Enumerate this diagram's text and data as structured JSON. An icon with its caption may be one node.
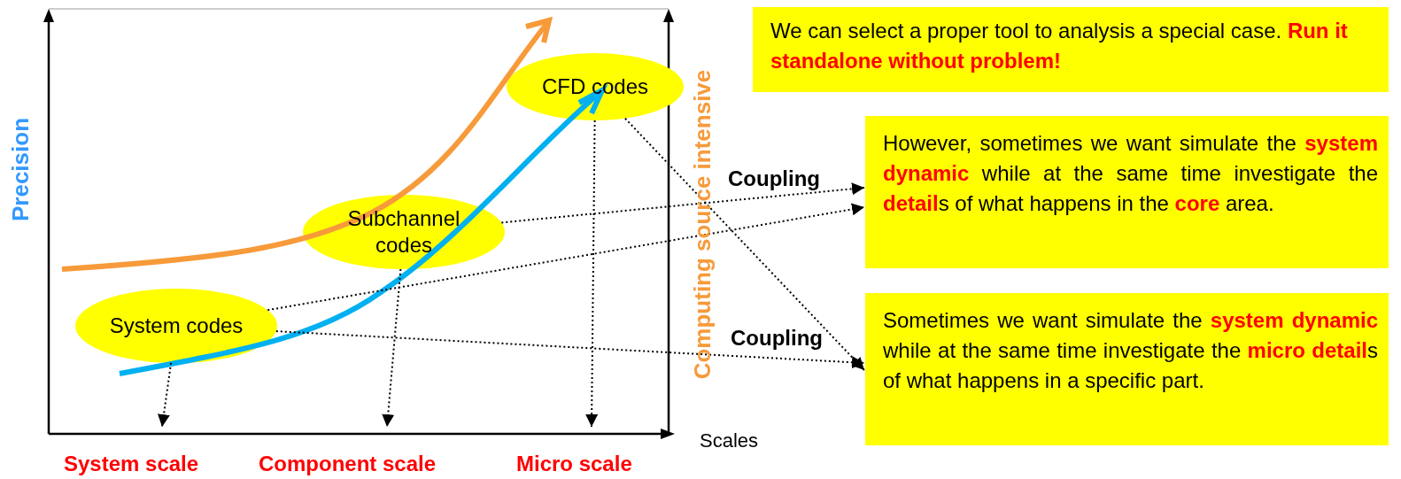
{
  "diagram": {
    "nodes": [
      {
        "text": [
          "System codes"
        ]
      },
      {
        "text": [
          "Subchannel codes"
        ]
      },
      {
        "text": [
          "CFD codes"
        ]
      },
      {
        "text": [
          "We can select a proper tool to analysis a special case. **Run it standalone without problem!**"
        ]
      },
      {
        "text": [
          "However, sometimes we want simulate the **system dynamic** while at the same time investigate the **detail**s of what happens in the **core** area."
        ]
      },
      {
        "text": [
          "Sometimes we want simulate the **system dynamic** while at the same time investigate the **micro detail**s of what happens in a specific part."
        ]
      }
    ],
    "edges": [
      {
        "from": 0,
        "to": null,
        "arrow": "to",
        "style": "dashed"
      },
      {
        "from": 1,
        "to": null,
        "arrow": "to",
        "style": "dashed"
      },
      {
        "from": 2,
        "to": null,
        "arrow": "to",
        "style": "dashed"
      },
      {
        "from": 1,
        "to": 4,
        "arrow": "to",
        "style": "dashed"
      },
      {
        "from": 0,
        "to": 4,
        "arrow": "to",
        "style": "dashed"
      },
      {
        "from": 0,
        "to": 5,
        "arrow": "to",
        "style": "dashed"
      },
      {
        "from": 2,
        "to": 5,
        "arrow": "to",
        "style": "dashed"
      }
    ],
    "labels": [
      "Precision",
      "Coupling",
      "Coupling",
      "Computing source intensive",
      "Scales",
      "System scale",
      "Component scale",
      "Micro scale"
    ]
  }
}
